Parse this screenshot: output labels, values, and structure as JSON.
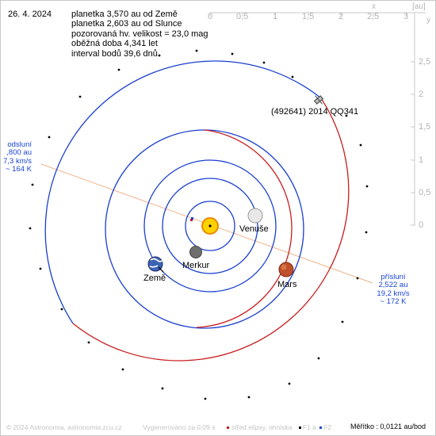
{
  "date": "26. 4. 2024",
  "info_lines": [
    "planetka 3,570 au od Země",
    "planetka 2,603 au od Slunce",
    "pozorovaná hv. velikost = 23,0 mag",
    "oběžná doba 4,341 let",
    "interval bodů 39,6 dnů"
  ],
  "axis": {
    "x_label": "x",
    "unit_label": "[au]",
    "y_label": "y",
    "x_ticks": [
      "0",
      "0,5",
      "1",
      "1,5",
      "2",
      "2,5",
      "3"
    ],
    "y_ticks": [
      "2,5",
      "2",
      "1,5",
      "1",
      "0,5",
      "0"
    ]
  },
  "object_name": "(492641) 2014 QQ341",
  "aphelion": {
    "title": "odsluní",
    "dist": ",800 au",
    "speed": "7,3 km/s",
    "temp": "~ 164 K"
  },
  "perihelion": {
    "title": "přísluní",
    "dist": "2,522 au",
    "speed": "19,2 km/s",
    "temp": "~ 172 K"
  },
  "planets": {
    "venus": "Venuše",
    "mercury": "Merkur",
    "earth": "Země",
    "mars": "Mars"
  },
  "footer": {
    "copyright": "© 2024 Astronomia, astronomia.zcu.cz",
    "generated": "Vygenerováno za 0,09 s",
    "legend_center": "střed elipsy, ohniska",
    "legend_f1": "F1 a",
    "legend_f2": "F2",
    "scale": "Měřítko : 0,0121 au/bod"
  },
  "colors": {
    "asteroid_orbit": "#c81e1e",
    "planet_orbit": "#1a3fd0",
    "apsis_line": "#f0b48c",
    "sun": "#ffd200",
    "mars": "#c0502a",
    "venus": "#e8e8e8"
  }
}
